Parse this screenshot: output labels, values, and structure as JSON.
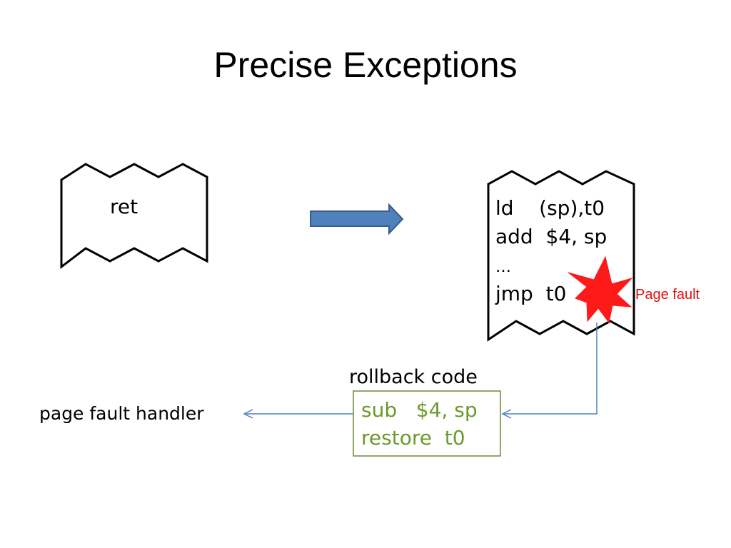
{
  "title": "Precise Exceptions",
  "left_block": {
    "text": "ret"
  },
  "right_block": {
    "lines": [
      "ld    (sp),t0",
      "add  $4, sp",
      "…",
      "jmp  t0"
    ]
  },
  "fault_label": "Page fault",
  "rollback": {
    "heading": "rollback code",
    "lines": [
      "sub   $4, sp",
      "restore  t0"
    ]
  },
  "handler_label": "page fault handler",
  "colors": {
    "arrow_fill": "#4f81bd",
    "arrow_stroke": "#385d8a",
    "burst": "#ff1a1a",
    "rollback_text": "#6b9a2a",
    "rollback_border": "#6b8a3a",
    "fault_label": "#e01010",
    "connector": "#4f81bd"
  }
}
